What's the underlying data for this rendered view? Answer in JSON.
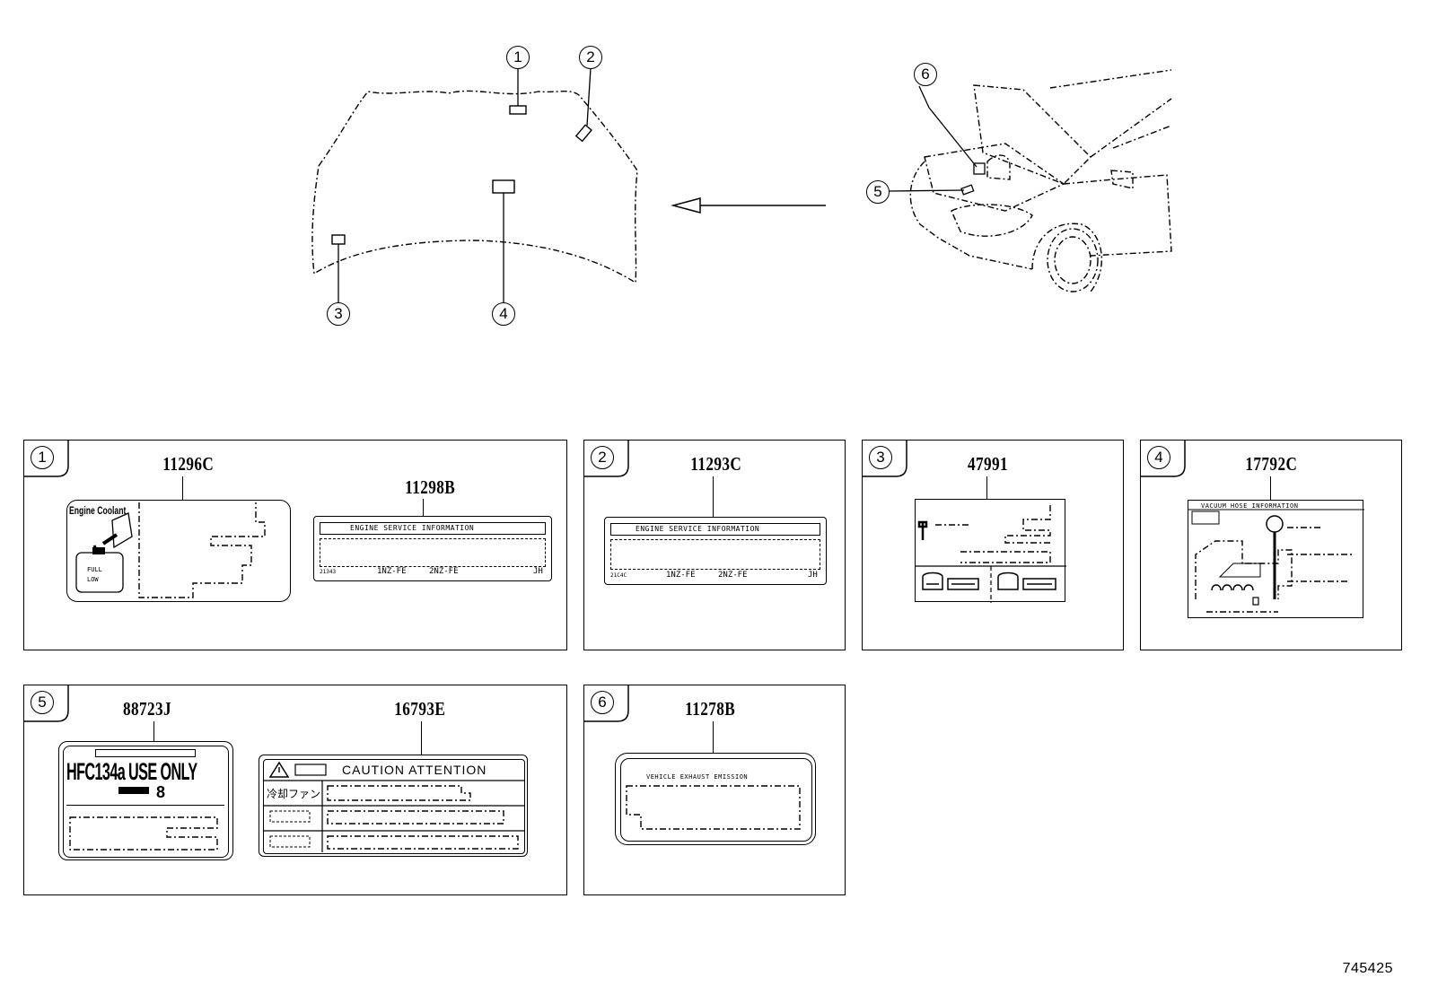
{
  "callouts": [
    "1",
    "2",
    "3",
    "4",
    "5",
    "6"
  ],
  "panels": {
    "p1": {
      "number": "1",
      "part_a": "11296C",
      "part_b": "11298B",
      "coolant_label": "Engine Coolant",
      "full": "FULL",
      "low": "LOW",
      "esi_title": "ENGINE SERVICE INFORMATION",
      "esi_code": "21343",
      "esi_engine1": "1NZ-FE",
      "esi_engine2": "2NZ-FE",
      "esi_suffix": "JH"
    },
    "p2": {
      "number": "2",
      "part": "11293C",
      "esi_title": "ENGINE SERVICE INFORMATION",
      "esi_code": "21C4C",
      "esi_engine1": "1NZ-FE",
      "esi_engine2": "2NZ-FE",
      "esi_suffix": "JH"
    },
    "p3": {
      "number": "3",
      "part": "47991"
    },
    "p4": {
      "number": "4",
      "part": "17792C",
      "vac_title": "VACUUM HOSE INFORMATION"
    },
    "p5": {
      "number": "5",
      "part_a": "88723J",
      "part_b": "16793E",
      "hfc_text": "HFC134a USE ONLY",
      "hfc_sub": "8",
      "caution_text": "CAUTION  ATTENTION",
      "fan_text": "冷却ファン"
    },
    "p6": {
      "number": "6",
      "part": "11278B",
      "vee_title": "VEHICLE EXHAUST EMISSION"
    }
  },
  "figure_number": "745425"
}
